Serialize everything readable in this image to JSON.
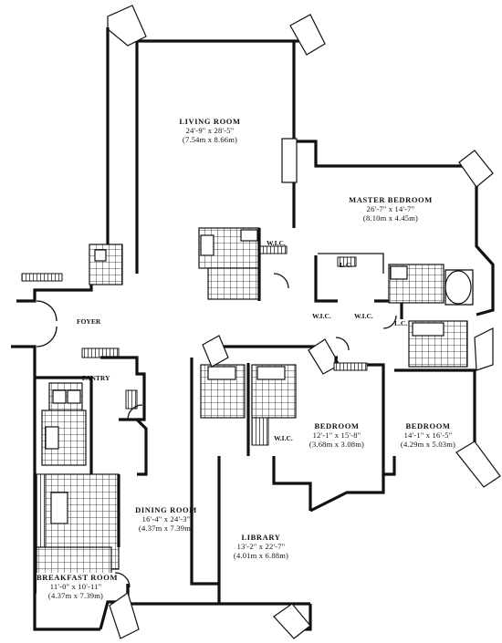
{
  "rooms": {
    "living": {
      "name": "LIVING ROOM",
      "imperial": "24'-9\" x 28'-5\"",
      "metric": "(7.54m x 8.66m)"
    },
    "master": {
      "name": "MASTER BEDROOM",
      "imperial": "26'-7\" x 14'-7\"",
      "metric": "(8.10m x 4.45m)"
    },
    "bedroom2": {
      "name": "BEDROOM",
      "imperial": "12'-1\" x 15'-8\"",
      "metric": "(3.68m x 3.08m)"
    },
    "bedroom3": {
      "name": "BEDROOM",
      "imperial": "14'-1\" x 16'-5\"",
      "metric": "(4.29m x 5.03m)"
    },
    "dining": {
      "name": "DINING ROOM",
      "imperial": "16'-4\" x 24'-3\"",
      "metric": "(4.37m x 7.39m)"
    },
    "library": {
      "name": "LIBRARY",
      "imperial": "13'-2\" x 22'-7\"",
      "metric": "(4.01m x 6.88m)"
    },
    "breakfast": {
      "name": "BREAKFAST ROOM",
      "imperial": "11'-0\" x 10'-11\"",
      "metric": "(4.37m x 7.39m)"
    }
  },
  "tags": {
    "foyer": "FOYER",
    "pantry": "PANTRY",
    "wic_living": "W.I.C.",
    "wic_hall_1": "W.I.C.",
    "wic_hall_2": "W.I.C.",
    "wic_bedroom": "W.I.C.",
    "lc_master": "L.C.",
    "lc_hall": "L.C."
  }
}
